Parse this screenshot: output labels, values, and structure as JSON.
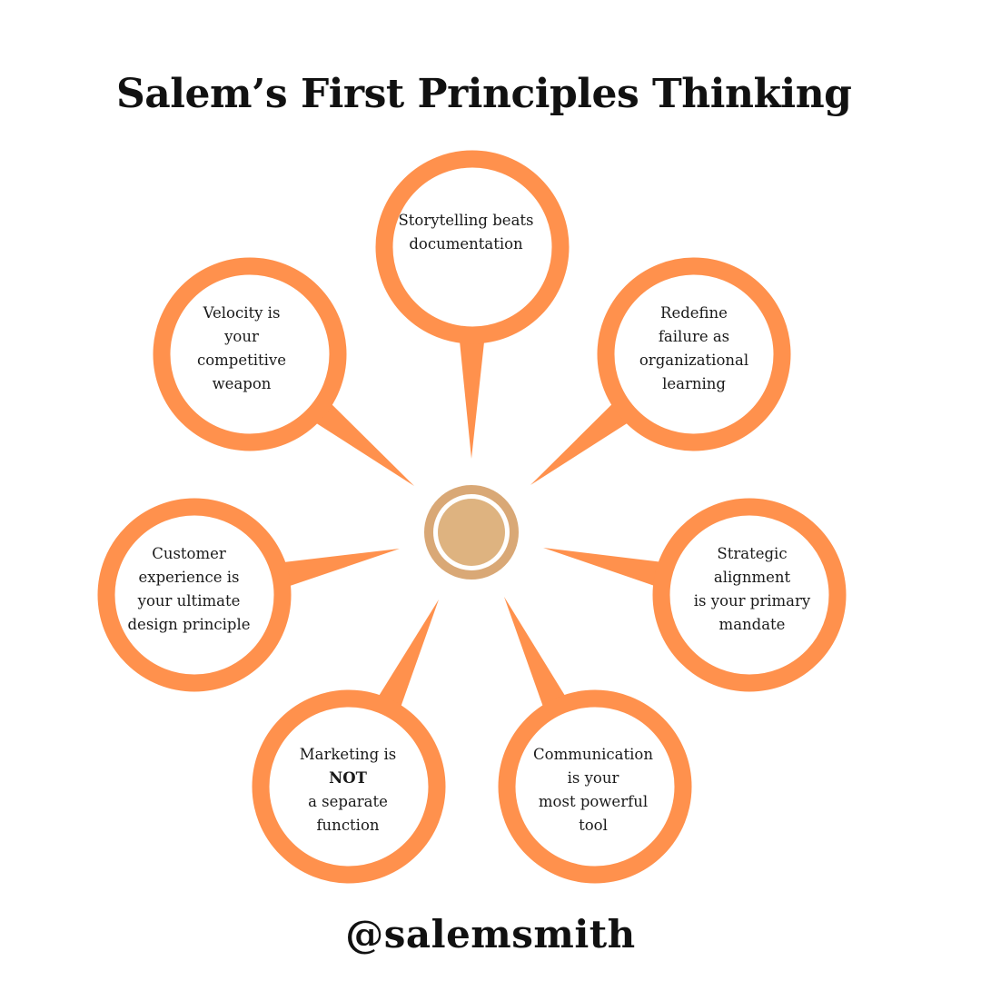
{
  "title": "Salem’s First Principles Thinking",
  "handle": "@salemsmith",
  "colors": {
    "bubble": "#ff914d",
    "center_ring": "#d9a876",
    "center_fill": "#deb380",
    "text": "#1a1a1a"
  },
  "principles": [
    {
      "id": "storytelling",
      "lines": [
        {
          "text": "Storytelling beats"
        },
        {
          "text": "documentation"
        }
      ]
    },
    {
      "id": "redefine-failure",
      "lines": [
        {
          "text": "Redefine"
        },
        {
          "text": "failure as"
        },
        {
          "text": "organizational"
        },
        {
          "text": "learning"
        }
      ]
    },
    {
      "id": "strategic-alignment",
      "lines": [
        {
          "text": "Strategic"
        },
        {
          "text": "alignment"
        },
        {
          "text": "is your primary"
        },
        {
          "text": "mandate"
        }
      ]
    },
    {
      "id": "communication",
      "lines": [
        {
          "text": "Communication"
        },
        {
          "text": "is your"
        },
        {
          "text": "most powerful"
        },
        {
          "text": "tool"
        }
      ]
    },
    {
      "id": "marketing",
      "lines": [
        {
          "text": "Marketing is"
        },
        {
          "text": "NOT",
          "bold": true
        },
        {
          "text": "a separate"
        },
        {
          "text": "function"
        }
      ]
    },
    {
      "id": "customer-experience",
      "lines": [
        {
          "text": "Customer"
        },
        {
          "text": "experience is"
        },
        {
          "text": "your ultimate"
        },
        {
          "text": "design principle"
        }
      ]
    },
    {
      "id": "velocity",
      "lines": [
        {
          "text": "Velocity is"
        },
        {
          "text": "your"
        },
        {
          "text": "competitive"
        },
        {
          "text": "weapon"
        }
      ]
    }
  ]
}
